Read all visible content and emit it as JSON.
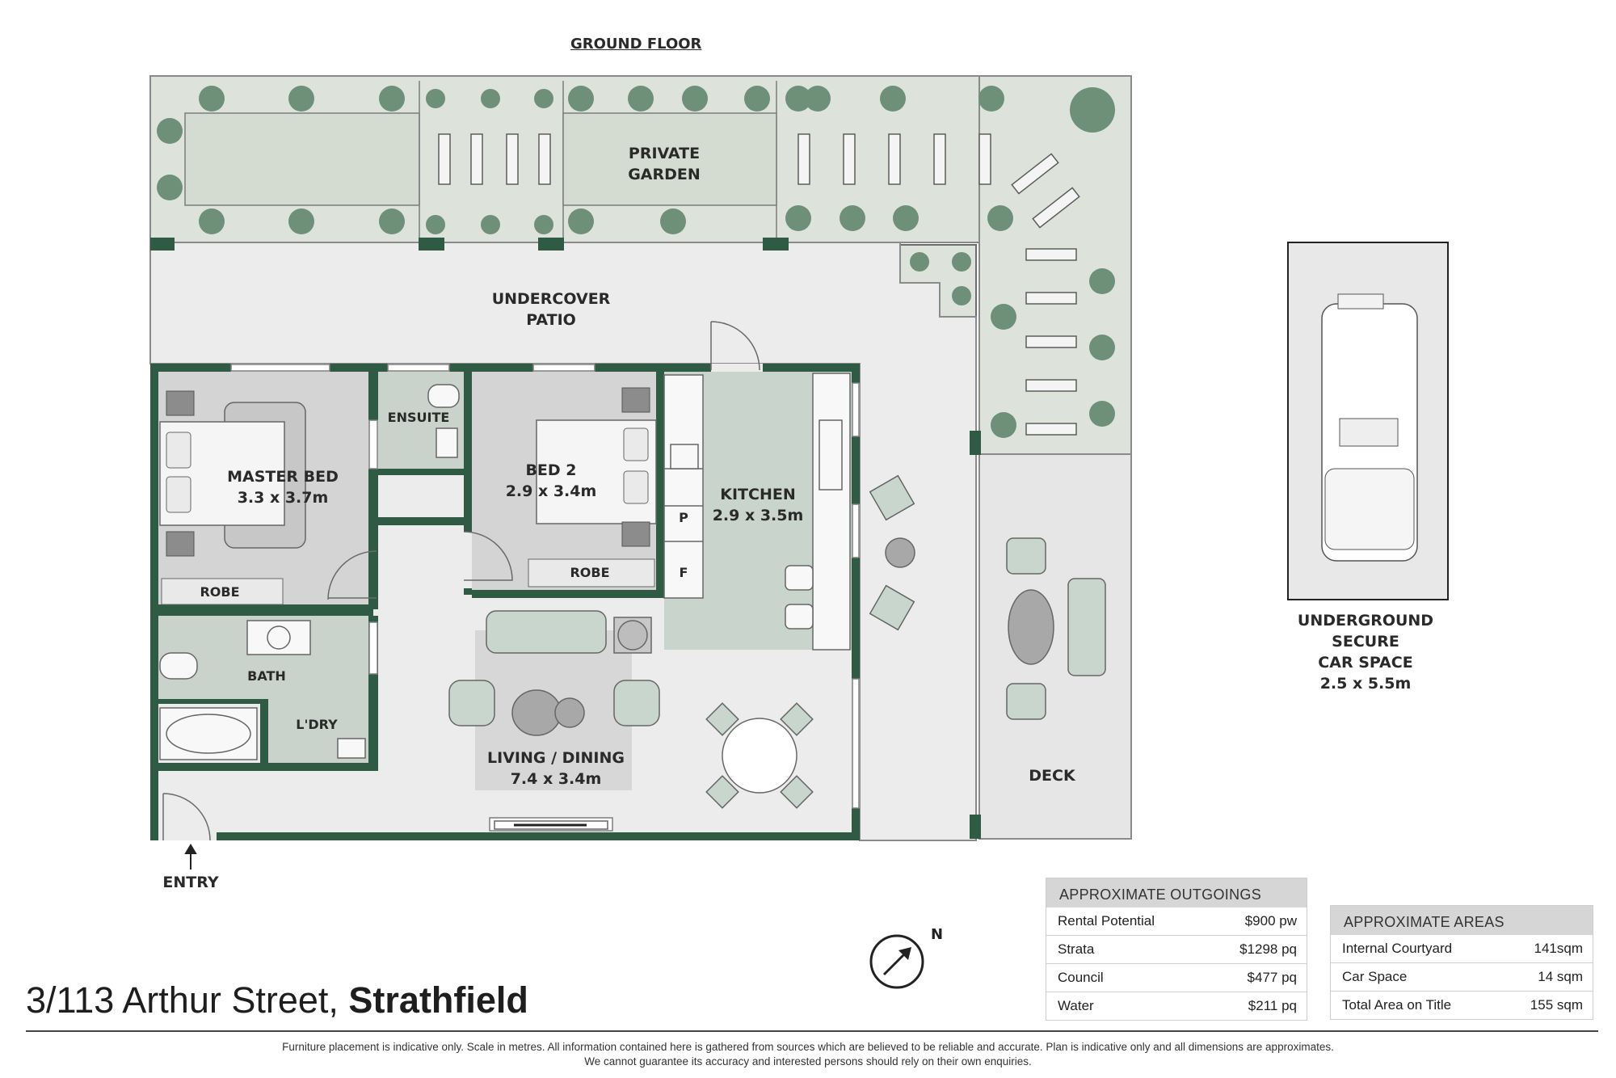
{
  "plan_title": "GROUND FLOOR",
  "rooms": {
    "private_garden": [
      "PRIVATE",
      "GARDEN"
    ],
    "undercover_patio": [
      "UNDERCOVER",
      "PATIO"
    ],
    "master_bed": [
      "MASTER BED",
      "3.3 x 3.7m"
    ],
    "ensuite": "ENSUITE",
    "bed2": [
      "BED 2",
      "2.9 x 3.4m"
    ],
    "kitchen": [
      "KITCHEN",
      "2.9 x 3.5m"
    ],
    "robe_master": "ROBE",
    "robe_bed2": "ROBE",
    "pantry": "P",
    "fridge": "F",
    "bath": "BATH",
    "laundry": "L'DRY",
    "living_dining": [
      "LIVING / DINING",
      "7.4 x 3.4m"
    ],
    "deck": "DECK",
    "entry": "ENTRY"
  },
  "car_space": [
    "UNDERGROUND",
    "SECURE",
    "CAR SPACE",
    "2.5 x 5.5m"
  ],
  "compass_label": "N",
  "outgoings": {
    "title": "APPROXIMATE OUTGOINGS",
    "rows": [
      {
        "label": "Rental Potential",
        "value": "$900 pw"
      },
      {
        "label": "Strata",
        "value": "$1298 pq"
      },
      {
        "label": "Council",
        "value": "$477 pq"
      },
      {
        "label": "Water",
        "value": "$211 pq"
      }
    ]
  },
  "areas": {
    "title": "APPROXIMATE AREAS",
    "rows": [
      {
        "label": "Internal Courtyard",
        "value": "141sqm"
      },
      {
        "label": "Car Space",
        "value": "14 sqm"
      },
      {
        "label": "Total Area on Title",
        "value": "155 sqm"
      }
    ]
  },
  "address": {
    "street": "3/113 Arthur Street, ",
    "suburb": "Strathfield"
  },
  "disclaimer": [
    "Furniture placement is indicative only. Scale in metres. All information contained here is gathered from sources which are believed to be reliable and accurate. Plan is indicative only and all dimensions are approximates.",
    "We cannot guarantee its accuracy and interested persons should rely on their own enquiries."
  ],
  "colors": {
    "wall": "#2f5b45",
    "garden": "#dde3da",
    "tree": "#6e8f78",
    "room_grey": "#d4d4d4",
    "kitchen": "#c9d5cc",
    "wet": "#c9d3cb",
    "floor": "#ececec",
    "furniture": "#c8d6cd"
  }
}
